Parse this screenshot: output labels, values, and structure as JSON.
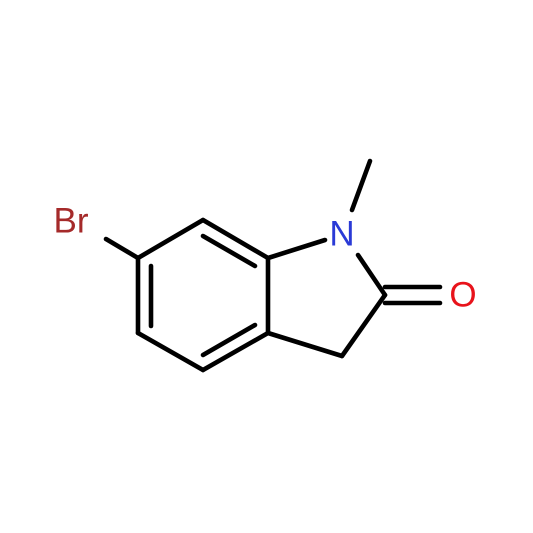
{
  "molecule": {
    "atoms": {
      "bromine": {
        "symbol": "Br",
        "color": "#a52a2a"
      },
      "nitrogen": {
        "symbol": "N",
        "color": "#2a3ad6"
      },
      "oxygen": {
        "symbol": "O",
        "color": "#e8131b"
      }
    },
    "bond_color": "#000000"
  }
}
